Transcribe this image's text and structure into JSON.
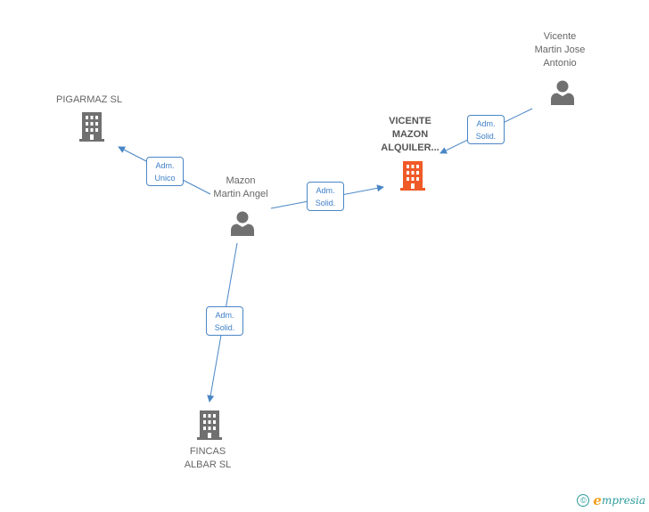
{
  "nodes": {
    "pigarmaz": {
      "label": "PIGARMAZ SL",
      "type": "company"
    },
    "vicente_mazon": {
      "label_lines": [
        "VICENTE",
        "MAZON",
        "ALQUILER..."
      ],
      "type": "company-main"
    },
    "mazon_martin_angel": {
      "label_lines": [
        "Mazon",
        "Martin Angel"
      ],
      "type": "person"
    },
    "vicente_martin_jose": {
      "label_lines": [
        "Vicente",
        "Martin Jose",
        "Antonio"
      ],
      "type": "person"
    },
    "fincas_albar": {
      "label_lines": [
        "FINCAS",
        "ALBAR SL"
      ],
      "type": "company"
    }
  },
  "relations": {
    "angel_to_pigarmaz": {
      "lines": [
        "Adm.",
        "Unico"
      ]
    },
    "angel_to_vicente_mazon": {
      "lines": [
        "Adm.",
        "Solid."
      ]
    },
    "jose_to_vicente_mazon": {
      "lines": [
        "Adm.",
        "Solid."
      ]
    },
    "angel_to_fincas": {
      "lines": [
        "Adm.",
        "Solid."
      ]
    }
  },
  "colors": {
    "company": "#707070",
    "company_main": "#f05a28",
    "person": "#707070",
    "edge": "#4a86c5"
  },
  "icons": {
    "company": "building-icon",
    "person": "person-icon"
  },
  "footer": {
    "brand_initial": "e",
    "brand_rest": "mpresia",
    "copyright_symbol": "©"
  }
}
